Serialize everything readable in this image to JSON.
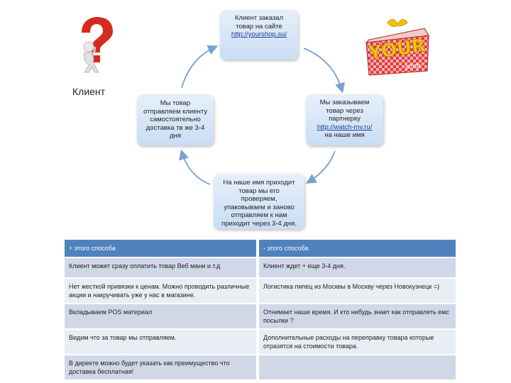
{
  "client_label": "Клиент",
  "cycle": {
    "top": {
      "lines": [
        "Клиент заказал",
        "товар на сайте"
      ],
      "link": "http://yourshop.su/"
    },
    "right": {
      "lines": [
        "Мы заказываем",
        "товар через",
        "партнерку"
      ],
      "link": "http://watch-mv.ru/",
      "after": "на наше имя"
    },
    "bottom": {
      "lines": [
        "На наше имя приходит",
        "товар мы его",
        "проверяем,",
        "упаковываем и заново",
        "отправляем к нам",
        "приходит через 3-4 дня."
      ]
    },
    "left": {
      "lines": [
        "Мы товар",
        "отправляем клиенту",
        "самостоятельно",
        "доставка тв же 3-4",
        "дня"
      ]
    }
  },
  "logo_text": {
    "main": "YOUR",
    "sub": "shop"
  },
  "table": {
    "headers": [
      "+ этого способа",
      "- этого способа"
    ],
    "rows": [
      [
        "Клиент может сразу оплатить товар Веб мани и.т.д",
        "Клиент ждет + еще 3-4 дня."
      ],
      [
        "Нет жесткой привязки к ценам. Можно проводить различные акции и накручивать уже у нас в магазине.",
        "Логистика пипец из Москвы в Москву через Новокузнецк =)"
      ],
      [
        "Вкладываем POS материал",
        "Отнимает наше время. И кто нибудь знает как отправлять емс посылки ?"
      ],
      [
        "Видим что за товар мы отправляем.",
        "Дополнительные расходы на переправку товара которые отразятся на стоимости товара."
      ],
      [
        "В директе можно будет указать как преимущество что доставка бесплатная!",
        ""
      ]
    ]
  },
  "colors": {
    "header_bg": "#4f81bd",
    "row_odd": "#d0d8e8",
    "row_even": "#e9edf4",
    "node_fill": "#d6e5f6",
    "arrow": "#7aa0cd"
  }
}
